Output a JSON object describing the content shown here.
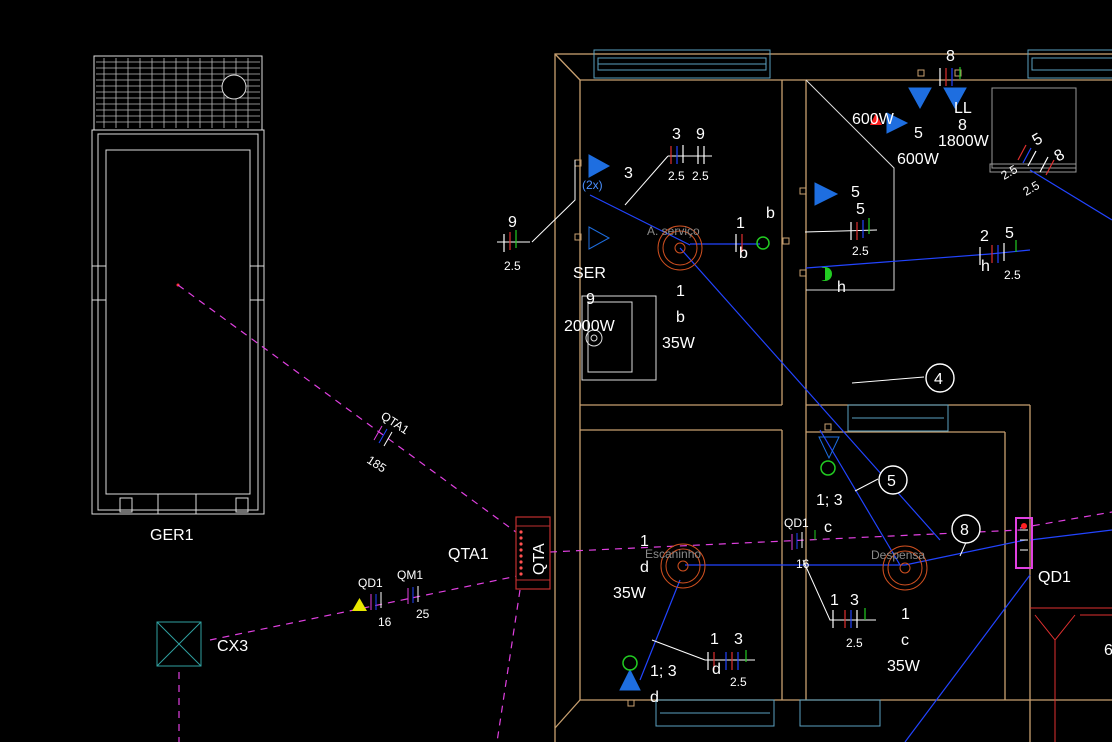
{
  "equipment": {
    "generator": "GER1",
    "panel_main": "QTA1",
    "panel_main_box": "QTA",
    "panel_sub": "QD1",
    "box_cx": "CX3"
  },
  "rooms": {
    "service": "A. serviço",
    "storage": "Escaninho",
    "pantry": "Despensa",
    "server": "SER",
    "laundry": "LL"
  },
  "circuit_markers": [
    "4",
    "5",
    "8"
  ],
  "feeders": {
    "qta1_tag": "QTA1",
    "qta1_size": "185",
    "qd1_tag": "QD1",
    "qd1_size": "16",
    "qm1_tag": "QM1",
    "qm1_size": "25",
    "qd1_mid_tag": "QD1",
    "qd1_mid_size": "16"
  },
  "labels": {
    "l_9a": "9",
    "l_25a": "2.5",
    "l_2x": "(2x)",
    "l_3a": "3",
    "l_3b": "3",
    "l_9b": "9",
    "l_25b": "2.5",
    "l_25c": "2.5",
    "l_1a": "1",
    "l_ba": "b",
    "l_bb": "b",
    "l_1b": "1",
    "l_bc": "b",
    "l_35a": "35W",
    "l_9c": "9",
    "l_2000": "2000W",
    "l_600a": "600W",
    "l_5a": "5",
    "l_8a": "8",
    "l_8b": "8",
    "l_1800": "1800W",
    "l_600b": "600W",
    "l_5b": "5",
    "l_8c": "8",
    "l_25d": "2.5",
    "l_25e": "2.5",
    "l_5c": "5",
    "l_5d": "5",
    "l_25f": "2.5",
    "l_h1": "h",
    "l_2": "2",
    "l_5e": "5",
    "l_h2": "h",
    "l_25g": "2.5",
    "l_13a": "1; 3",
    "l_ca": "c",
    "l_1c": "1",
    "l_d1": "d",
    "l_35b": "35W",
    "l_1d": "1",
    "l_3c": "3",
    "l_25h": "2.5",
    "l_1e": "1",
    "l_cc": "c",
    "l_35c": "35W",
    "l_1f": "1",
    "l_3d": "3",
    "l_d2": "d",
    "l_25i": "2.5",
    "l_13b": "1; 3",
    "l_d3": "d",
    "l_6": "6"
  },
  "colors": {
    "wall": "#c8a070",
    "conduit_blue": "#2244ff",
    "feeder_magenta": "#e040e0",
    "fixture_orange": "#d05020",
    "switch_green": "#22cc22",
    "panel_box": "#e040e0",
    "warning_yellow": "#e8e800",
    "box_cyan": "#30a0a0"
  }
}
